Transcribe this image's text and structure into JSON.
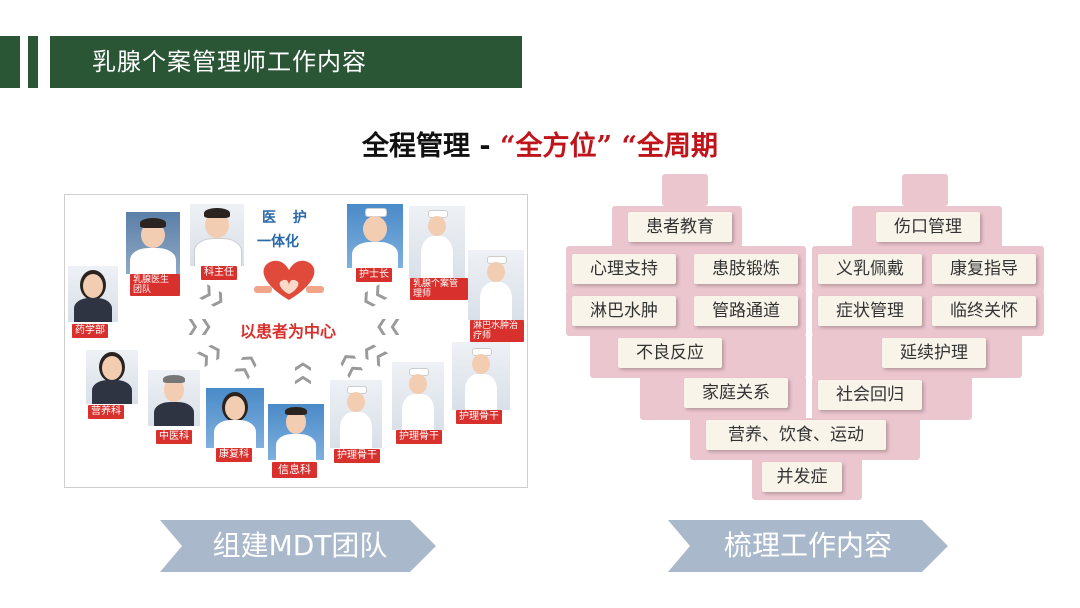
{
  "header": {
    "title": "乳腺个案管理师工作内容"
  },
  "subtitle": {
    "prefix": "全程管理 - ",
    "highlight": "“全方位” “全周期"
  },
  "left_panel": {
    "logo_line1": "医 护",
    "logo_line2": "一体化",
    "center_text": "以患者为中心",
    "roles": {
      "breast_doctor": "乳腺医生团队",
      "director": "科主任",
      "head_nurse": "护士长",
      "case_manager": "乳腺个案管理师",
      "lymph": "淋巴水肿治疗师",
      "pharmacy": "药学部",
      "nutrition": "营养科",
      "tcm": "中医科",
      "rehab": "康复科",
      "info": "信息科",
      "nurse1": "护理骨干",
      "nurse2": "护理骨干",
      "nurse3": "护理骨干"
    }
  },
  "bottom": {
    "left_label": "组建MDT团队",
    "right_label": "梳理工作内容"
  },
  "right_panel": {
    "tags": {
      "patient_edu": "患者教育",
      "wound": "伤口管理",
      "psych": "心理支持",
      "limb": "患肢锻炼",
      "prosthesis": "义乳佩戴",
      "rehab_guide": "康复指导",
      "lymphedema": "淋巴水肿",
      "tube": "管路通道",
      "symptom": "症状管理",
      "hospice": "临终关怀",
      "adverse": "不良反应",
      "continuing": "延续护理",
      "family": "家庭关系",
      "social": "社会回归",
      "nutrition": "营养、饮食、运动",
      "complication": "并发症"
    }
  },
  "colors": {
    "header_green": "#2a5636",
    "accent_red": "#c0141b",
    "arrow_blue": "#a9b9cb",
    "heart_pink": "#ecc6cf"
  }
}
